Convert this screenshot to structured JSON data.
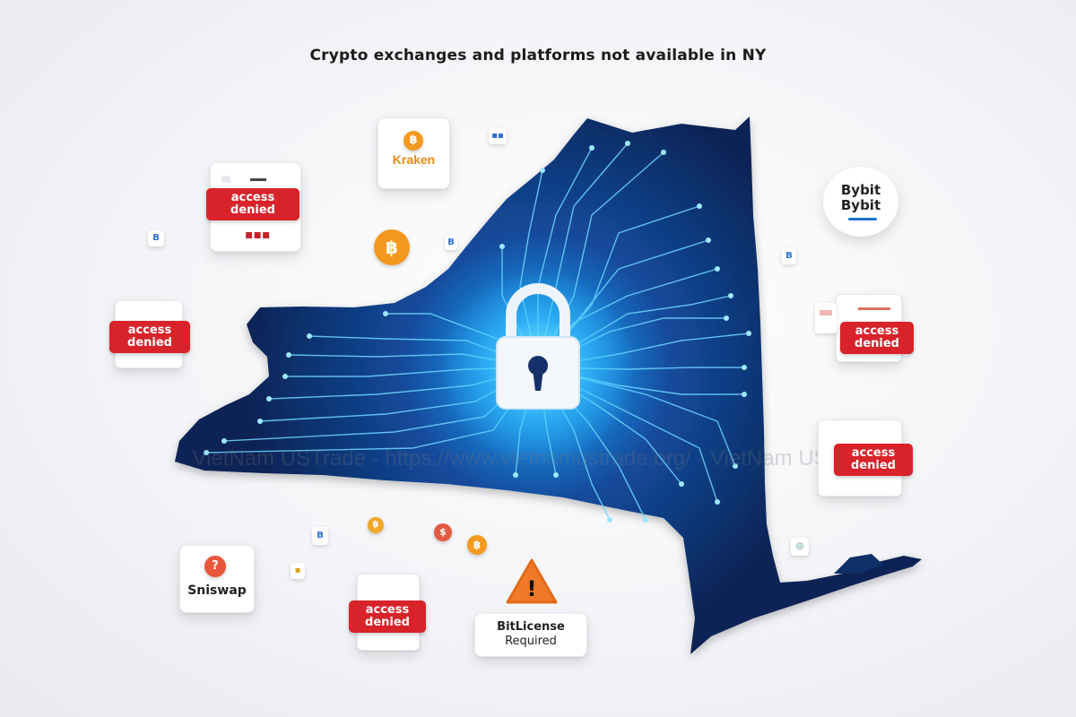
{
  "title": "Crypto exchanges and platforms not available in NY",
  "watermark": "VietNam USTrade - https://www.vietnamustrade.org/ - VietNam USTrade",
  "denied_line1": "access",
  "denied_line2": "denied",
  "kraken": {
    "label": "Kraken",
    "symbol": "฿"
  },
  "bybit": {
    "line1": "Bybit",
    "line2": "Bybit"
  },
  "sniswap": {
    "label": "Sniswap",
    "symbol": "?"
  },
  "bitlicense": {
    "line1": "BitLicense",
    "line2": "Required",
    "symbol": "!"
  },
  "coins": {
    "bitcoin": "฿",
    "dollar": "$",
    "b": "B"
  },
  "colors": {
    "map_dark": "#0d2a5e",
    "map_glow": "#1fa8ff",
    "denied_red": "#d8232a",
    "bitcoin_orange": "#f39a1e",
    "warning_orange": "#f07a2a"
  },
  "icons": {
    "lock": "padlock-icon",
    "warning": "warning-triangle-icon",
    "bitcoin": "bitcoin-icon"
  }
}
